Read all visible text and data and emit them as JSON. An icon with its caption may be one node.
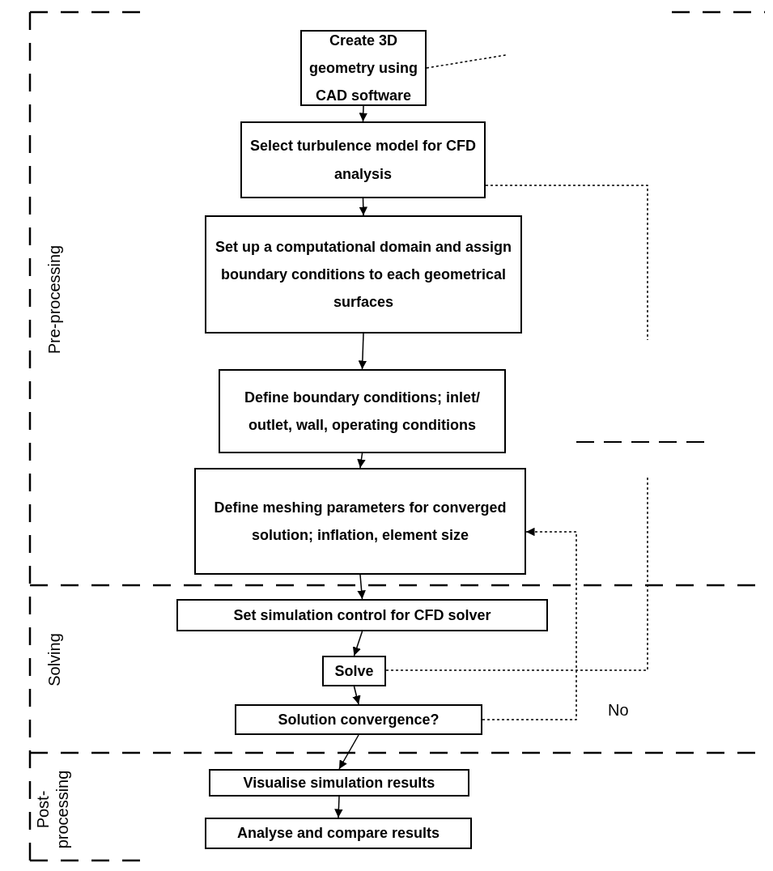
{
  "diagram": {
    "nodes": [
      {
        "text": [
          "Create 3D geometry using CAD software"
        ]
      },
      {
        "text": [
          "Select turbulence model for CFD analysis"
        ]
      },
      {
        "text": [
          "Set up a computational domain and assign boundary conditions to each geometrical surfaces"
        ]
      },
      {
        "text": [
          "Define boundary conditions; inlet/ outlet, wall, operating conditions"
        ]
      },
      {
        "text": [
          "Define meshing parameters for converged solution; inflation, element size"
        ]
      },
      {
        "text": [
          "Set simulation control for CFD solver"
        ]
      },
      {
        "text": [
          "Solve"
        ]
      },
      {
        "text": [
          "Solution convergence?"
        ]
      },
      {
        "text": [
          "Visualise simulation results"
        ]
      },
      {
        "text": [
          "Analyse and compare results"
        ]
      }
    ],
    "edges": [
      {
        "from": 0,
        "to": 1,
        "arrow": "to"
      },
      {
        "from": 1,
        "to": 2,
        "arrow": "to"
      },
      {
        "from": 2,
        "to": 3,
        "arrow": "to"
      },
      {
        "from": 3,
        "to": 4,
        "arrow": "to"
      },
      {
        "from": 4,
        "to": 5,
        "arrow": "to"
      },
      {
        "from": 5,
        "to": 6,
        "arrow": "to"
      },
      {
        "from": 6,
        "to": 7,
        "arrow": "to"
      },
      {
        "from": 7,
        "to": 8,
        "arrow": "to"
      },
      {
        "from": 8,
        "to": 9,
        "arrow": "to"
      },
      {
        "from": 7,
        "to": 4,
        "arrow": "to",
        "label": "No",
        "style": "dashed"
      },
      {
        "from": 0,
        "to": null,
        "arrow": "none",
        "style": "dashed"
      },
      {
        "from": 1,
        "to": null,
        "arrow": "none",
        "style": "dashed"
      },
      {
        "from": 6,
        "to": null,
        "arrow": "none",
        "style": "dashed"
      }
    ],
    "labels": [
      "Pre-processing",
      "Solving",
      "Post-processing"
    ]
  }
}
